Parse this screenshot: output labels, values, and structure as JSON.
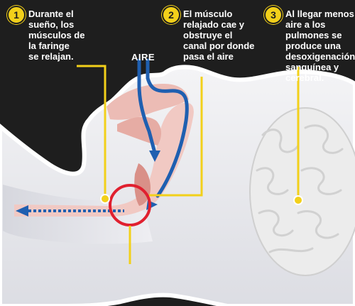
{
  "steps": [
    {
      "number": "1",
      "text": "Durante el\nsueño, los\nmúsculos de\nla faringe\nse relajan."
    },
    {
      "number": "2",
      "text": "El músculo\nrelajado cae y\nobstruye el\ncanal por donde\npasa el aire"
    },
    {
      "number": "3",
      "text": "Al llegar menos\naire a los\npulmones se\nproduce una\ndesoxigenación\nsanguínea y\ncerebral."
    }
  ],
  "airflow_label": "AIRE",
  "colors": {
    "background": "#1e1e1e",
    "accent": "#f2d01a",
    "airflow": "#1f5fb0",
    "obstruction_circle": "#e0202f",
    "tissue": "#f1c9c3"
  }
}
